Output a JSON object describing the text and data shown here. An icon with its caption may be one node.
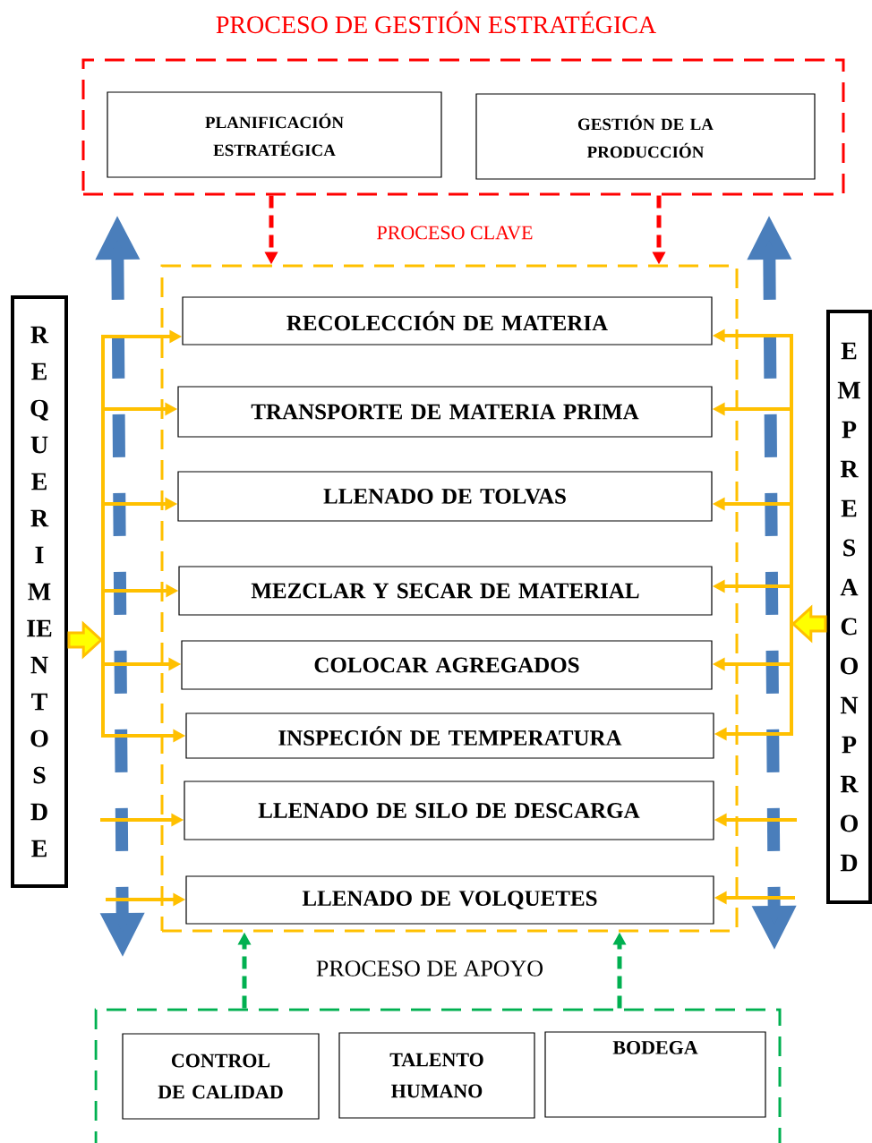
{
  "diagram": {
    "nodes": [
      {
        "text": [
          "PROCESO DE GESTIÓN ESTRATÉGICA"
        ]
      },
      {
        "text": [
          "PLANIFICACIÓN ESTRATÉGICA"
        ],
        "in": 0
      },
      {
        "text": [
          "GESTIÓN DE LA PRODUCCIÓN"
        ],
        "in": 0
      },
      {
        "text": [
          "PROCESO CLAVE"
        ]
      },
      {
        "text": [
          "RECOLECCIÓN DE MATERIA"
        ],
        "in": 3
      },
      {
        "text": [
          "TRANSPORTE DE MATERIA PRIMA"
        ],
        "in": 3
      },
      {
        "text": [
          "LLENADO DE TOLVAS"
        ],
        "in": 3
      },
      {
        "text": [
          "MEZCLAR Y SECAR DE MATERIAL"
        ],
        "in": 3
      },
      {
        "text": [
          "COLOCAR AGREGADOS"
        ],
        "in": 3
      },
      {
        "text": [
          "INSPECIÓN DE TEMPERATURA"
        ],
        "in": 3
      },
      {
        "text": [
          "LLENADO DE SILO DE DESCARGA"
        ],
        "in": 3
      },
      {
        "text": [
          "LLENADO DE VOLQUETES"
        ],
        "in": 3
      },
      {
        "text": [
          "REQUERIMIENTOS DE"
        ]
      },
      {
        "text": [
          "EMPRESA CON PROD"
        ]
      },
      {
        "text": [
          "PROCESO DE APOYO"
        ]
      },
      {
        "text": [
          "CONTROL DE CALIDAD"
        ],
        "in": 14
      },
      {
        "text": [
          "TALENTO HUMANO"
        ],
        "in": 14
      },
      {
        "text": [
          "BODEGA"
        ],
        "in": 14
      }
    ],
    "edges": [
      {
        "from": 0,
        "to": 3,
        "arrow": "to",
        "style": "dashed",
        "color": "#ff0000"
      },
      {
        "from": 0,
        "to": 3,
        "arrow": "to",
        "style": "dashed",
        "color": "#ff0000"
      },
      {
        "from": 14,
        "to": 3,
        "arrow": "to",
        "style": "dashed",
        "color": "#00b050"
      },
      {
        "from": 14,
        "to": 3,
        "arrow": "to",
        "style": "dashed",
        "color": "#00b050"
      },
      {
        "from": 12,
        "to": 4,
        "arrow": "to"
      },
      {
        "from": 12,
        "to": 5,
        "arrow": "to"
      },
      {
        "from": 12,
        "to": 6,
        "arrow": "to"
      },
      {
        "from": 12,
        "to": 7,
        "arrow": "to"
      },
      {
        "from": 12,
        "to": 8,
        "arrow": "to"
      },
      {
        "from": 12,
        "to": 9,
        "arrow": "to"
      },
      {
        "from": null,
        "to": 10,
        "arrow": "to"
      },
      {
        "from": null,
        "to": 11,
        "arrow": "to"
      },
      {
        "from": 13,
        "to": 4,
        "arrow": "to"
      },
      {
        "from": 13,
        "to": 5,
        "arrow": "to"
      },
      {
        "from": 13,
        "to": 6,
        "arrow": "to"
      },
      {
        "from": 13,
        "to": 7,
        "arrow": "to"
      },
      {
        "from": 13,
        "to": 8,
        "arrow": "to"
      },
      {
        "from": 13,
        "to": 9,
        "arrow": "to"
      },
      {
        "from": null,
        "to": 10,
        "arrow": "to"
      },
      {
        "from": null,
        "to": 11,
        "arrow": "to"
      }
    ]
  }
}
